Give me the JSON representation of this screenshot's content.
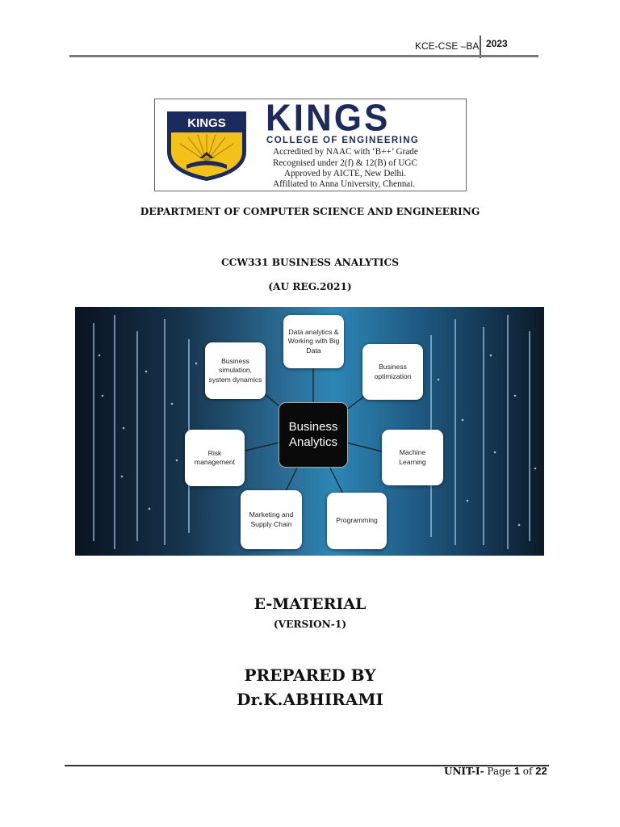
{
  "header": {
    "org": "KCE-CSE –BA",
    "year": "2023"
  },
  "logo": {
    "shield_text": "KINGS",
    "name": "KINGS",
    "college": "COLLEGE OF ENGINEERING",
    "lines": [
      "Accredited by NAAC with ‘B++’ Grade",
      "Recognised under 2(f) & 12(B) of UGC",
      "Approved by AICTE, New Delhi.",
      "Affiliated to Anna University, Chennai."
    ],
    "colors": {
      "navy": "#1c2a5e",
      "gold": "#f2c21b"
    }
  },
  "department": "DEPARTMENT OF COMPUTER SCIENCE AND ENGINEERING",
  "course": "CCW331 BUSINESS ANALYTICS",
  "regulation": "(AU REG.2021)",
  "diagram": {
    "center": "Business Analytics",
    "nodes": [
      "Data analytics & Working with Big Data",
      "Business optimization",
      "Machine Learning",
      "Programming",
      "Marketing and Supply Chain",
      "Risk management",
      "Business simulation, system dynamics"
    ]
  },
  "material": {
    "title": "E-MATERIAL",
    "version": "(VERSION-1)"
  },
  "prepared": {
    "label": "PREPARED BY",
    "author": "Dr.K.ABHIRAMI"
  },
  "footer": {
    "unit": "UNIT-I-",
    "page_word": "Page",
    "page": "1",
    "of_word": "of",
    "total": "22"
  }
}
